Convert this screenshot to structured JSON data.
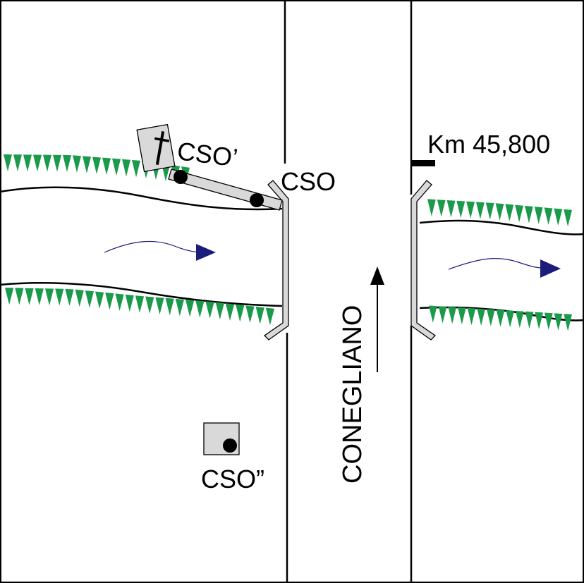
{
  "labels": {
    "cso_main": "CSO",
    "cso_prime": "CSO’",
    "cso_double": "CSO”",
    "km_marker": "Km 45,800",
    "road_direction": "CONEGLIANO"
  },
  "icons": {
    "cross": "latin-cross-icon",
    "flow_left": "flow-arrow-icon",
    "flow_right": "flow-arrow-icon",
    "direction": "up-arrow-icon"
  },
  "colors": {
    "vegetation": "#1a9a4a",
    "flow_arrow": "#1c1c7a",
    "structure_fill": "#d9d9d9",
    "line": "#000000"
  }
}
